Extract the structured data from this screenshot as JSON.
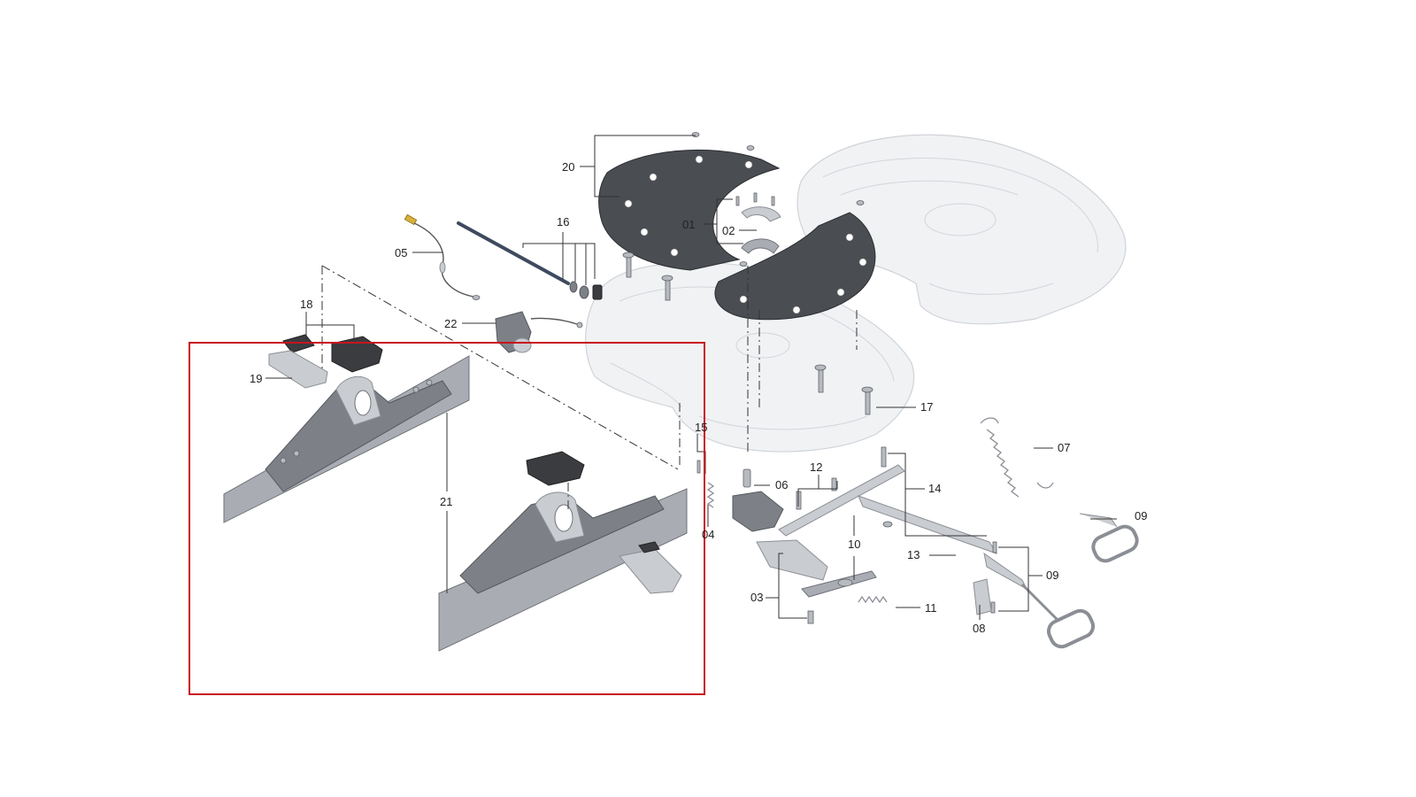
{
  "diagram": {
    "part_labels": [
      "01",
      "02",
      "03",
      "04",
      "05",
      "06",
      "07",
      "08",
      "09",
      "09",
      "10",
      "11",
      "12",
      "13",
      "14",
      "15",
      "16",
      "17",
      "18",
      "19",
      "20",
      "21",
      "22"
    ]
  },
  "colors": {
    "highlight": "#c8141e",
    "plate": "#4a4d52",
    "ghost": "#eef0f3",
    "metal": "#a9adb3"
  }
}
